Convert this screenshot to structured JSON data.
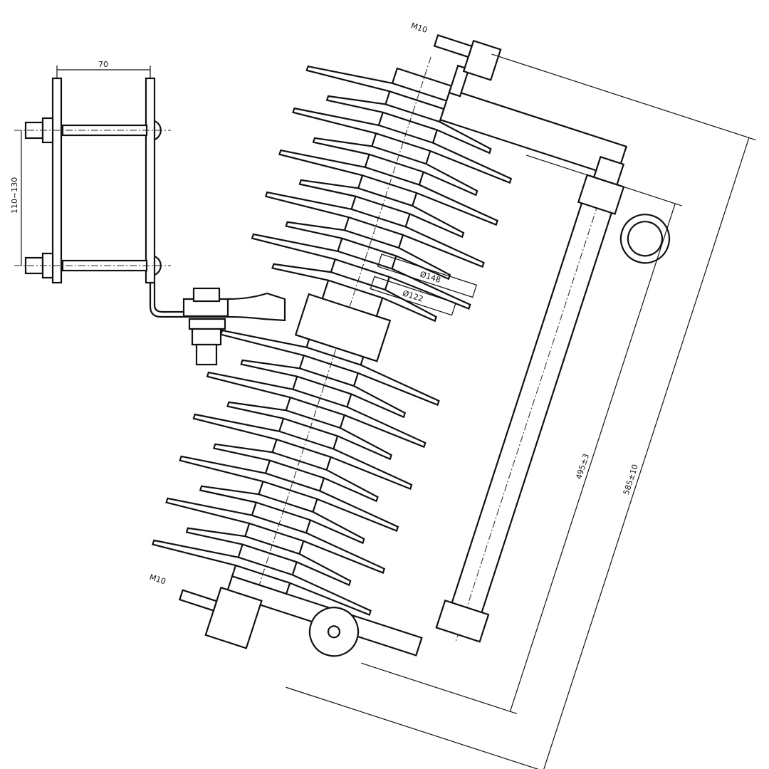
{
  "dimensions": {
    "bracket_width": "70",
    "bolt_spacing": "110~130",
    "shed_diameter_large": "Ø148",
    "shed_diameter_small": "Ø122",
    "thread_top": "M10",
    "thread_bottom": "M10",
    "contact_length": "495±3",
    "overall_length": "585±10"
  }
}
